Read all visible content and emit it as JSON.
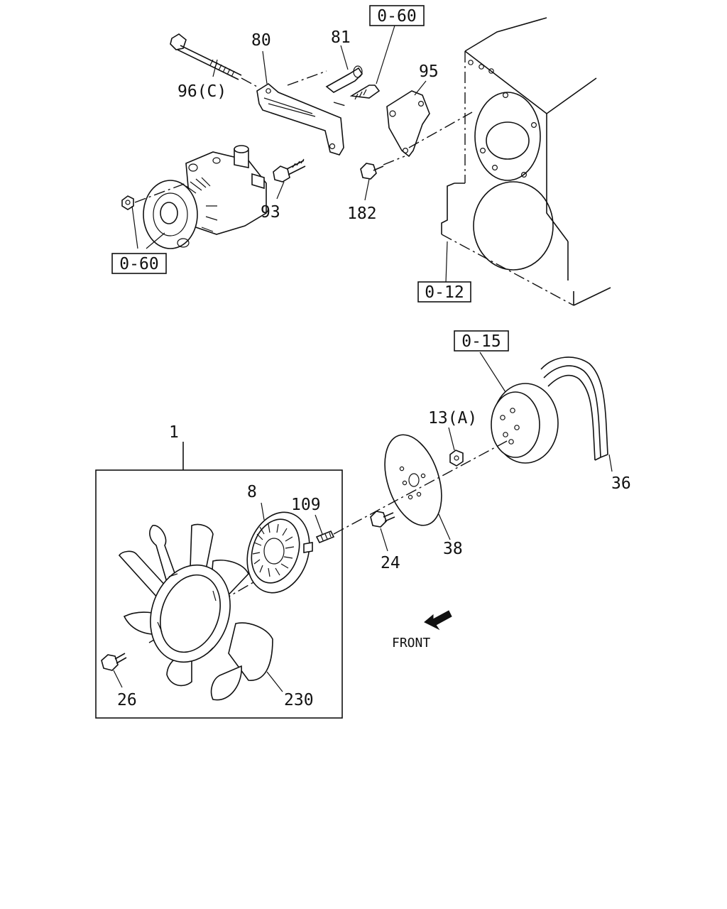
{
  "labels": {
    "p96c": "96(C)",
    "p80": "80",
    "p81": "81",
    "p95": "95",
    "p93": "93",
    "p182": "182",
    "p1": "1",
    "p8": "8",
    "p109": "109",
    "p13a": "13(A)",
    "p36": "36",
    "p38": "38",
    "p24": "24",
    "p26": "26",
    "p230": "230"
  },
  "refs": {
    "ref_top": "0-60",
    "ref_left": "0-60",
    "ref_block": "0-12",
    "ref_pulley": "0-15"
  },
  "front_label": "FRONT"
}
